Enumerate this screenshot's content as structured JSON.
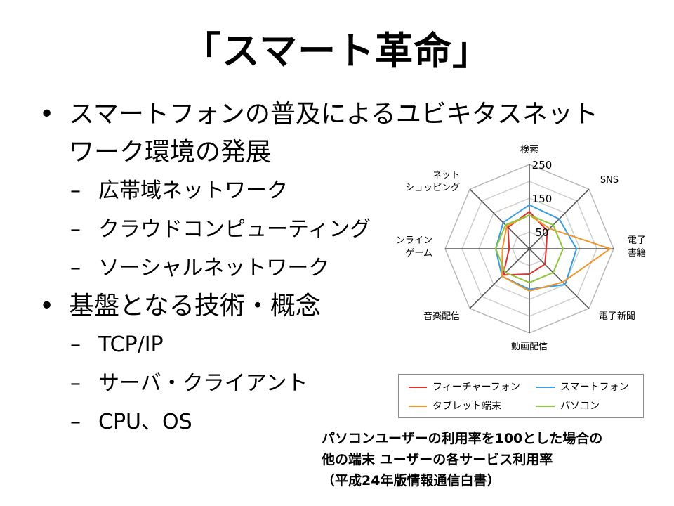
{
  "slide": {
    "title": "「スマート革命」",
    "bullets": [
      {
        "text": "スマートフォンの普及によるユビキタスネットワーク環境の発展",
        "line1": "スマートフォンの普及によるユビキタスネット",
        "line2": "ワーク環境の発展",
        "subs": [
          "広帯域ネットワーク",
          "クラウドコンピューティング",
          "ソーシャルネットワーク"
        ]
      },
      {
        "text": "基盤となる技術・概念",
        "subs": [
          "TCP/IP",
          "サーバ・クライアント",
          "CPU、OS"
        ]
      }
    ],
    "bullet_glyph": "•",
    "dash_glyph": "–",
    "caption": {
      "line1": "パソコンユーザーの利用率を100とした場合の",
      "line2": "他の端末 ユーザーの各サービス利用率",
      "line3": "（平成24年版情報通信白書）"
    }
  },
  "chart_data": {
    "type": "radar",
    "axes": [
      "検索",
      "SNS",
      "電子書籍",
      "電子新聞",
      "動画配信",
      "音楽配信",
      "オンラインゲーム",
      "ネットショッピング"
    ],
    "axis_label_lines": [
      [
        "検索"
      ],
      [
        "SNS"
      ],
      [
        "電子",
        "書籍"
      ],
      [
        "電子新聞"
      ],
      [
        "動画配信"
      ],
      [
        "音楽配信"
      ],
      [
        "オンライン",
        "ゲーム"
      ],
      [
        "ネット",
        "ショッピング"
      ]
    ],
    "rlim": [
      0,
      250
    ],
    "ticks": [
      50,
      150,
      250
    ],
    "grid": true,
    "series": [
      {
        "name": "フィーチャーフォン",
        "color": "#e03030",
        "values": [
          110,
          75,
          50,
          65,
          75,
          110,
          60,
          90
        ]
      },
      {
        "name": "スマートフォン",
        "color": "#3a9ee0",
        "values": [
          130,
          125,
          140,
          150,
          120,
          115,
          100,
          110
        ]
      },
      {
        "name": "タブレット端末",
        "color": "#f0962a",
        "values": [
          100,
          85,
          240,
          140,
          125,
          115,
          80,
          95
        ]
      },
      {
        "name": "パソコン",
        "color": "#8ec63f",
        "values": [
          100,
          100,
          100,
          100,
          100,
          100,
          100,
          100
        ]
      }
    ],
    "legend_position": "bottom"
  }
}
